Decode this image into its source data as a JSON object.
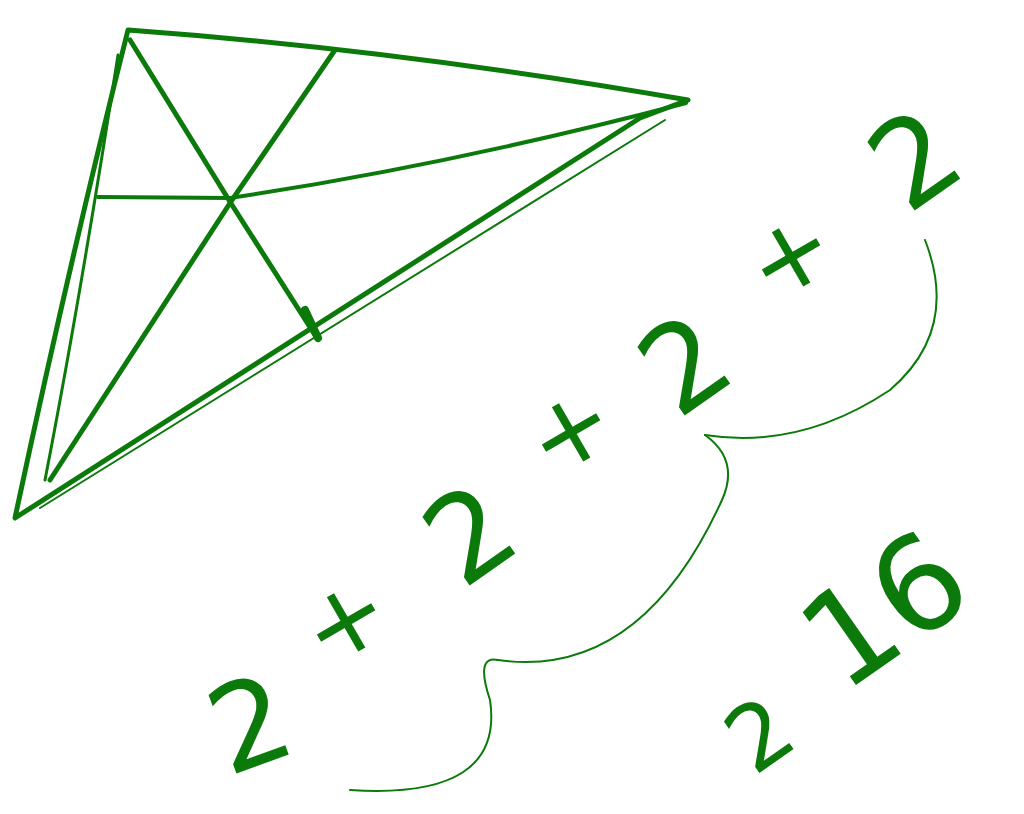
{
  "diagram": {
    "labels": [
      "2",
      "+",
      "2",
      "+",
      "2",
      "+",
      "2",
      "2",
      "16"
    ]
  }
}
